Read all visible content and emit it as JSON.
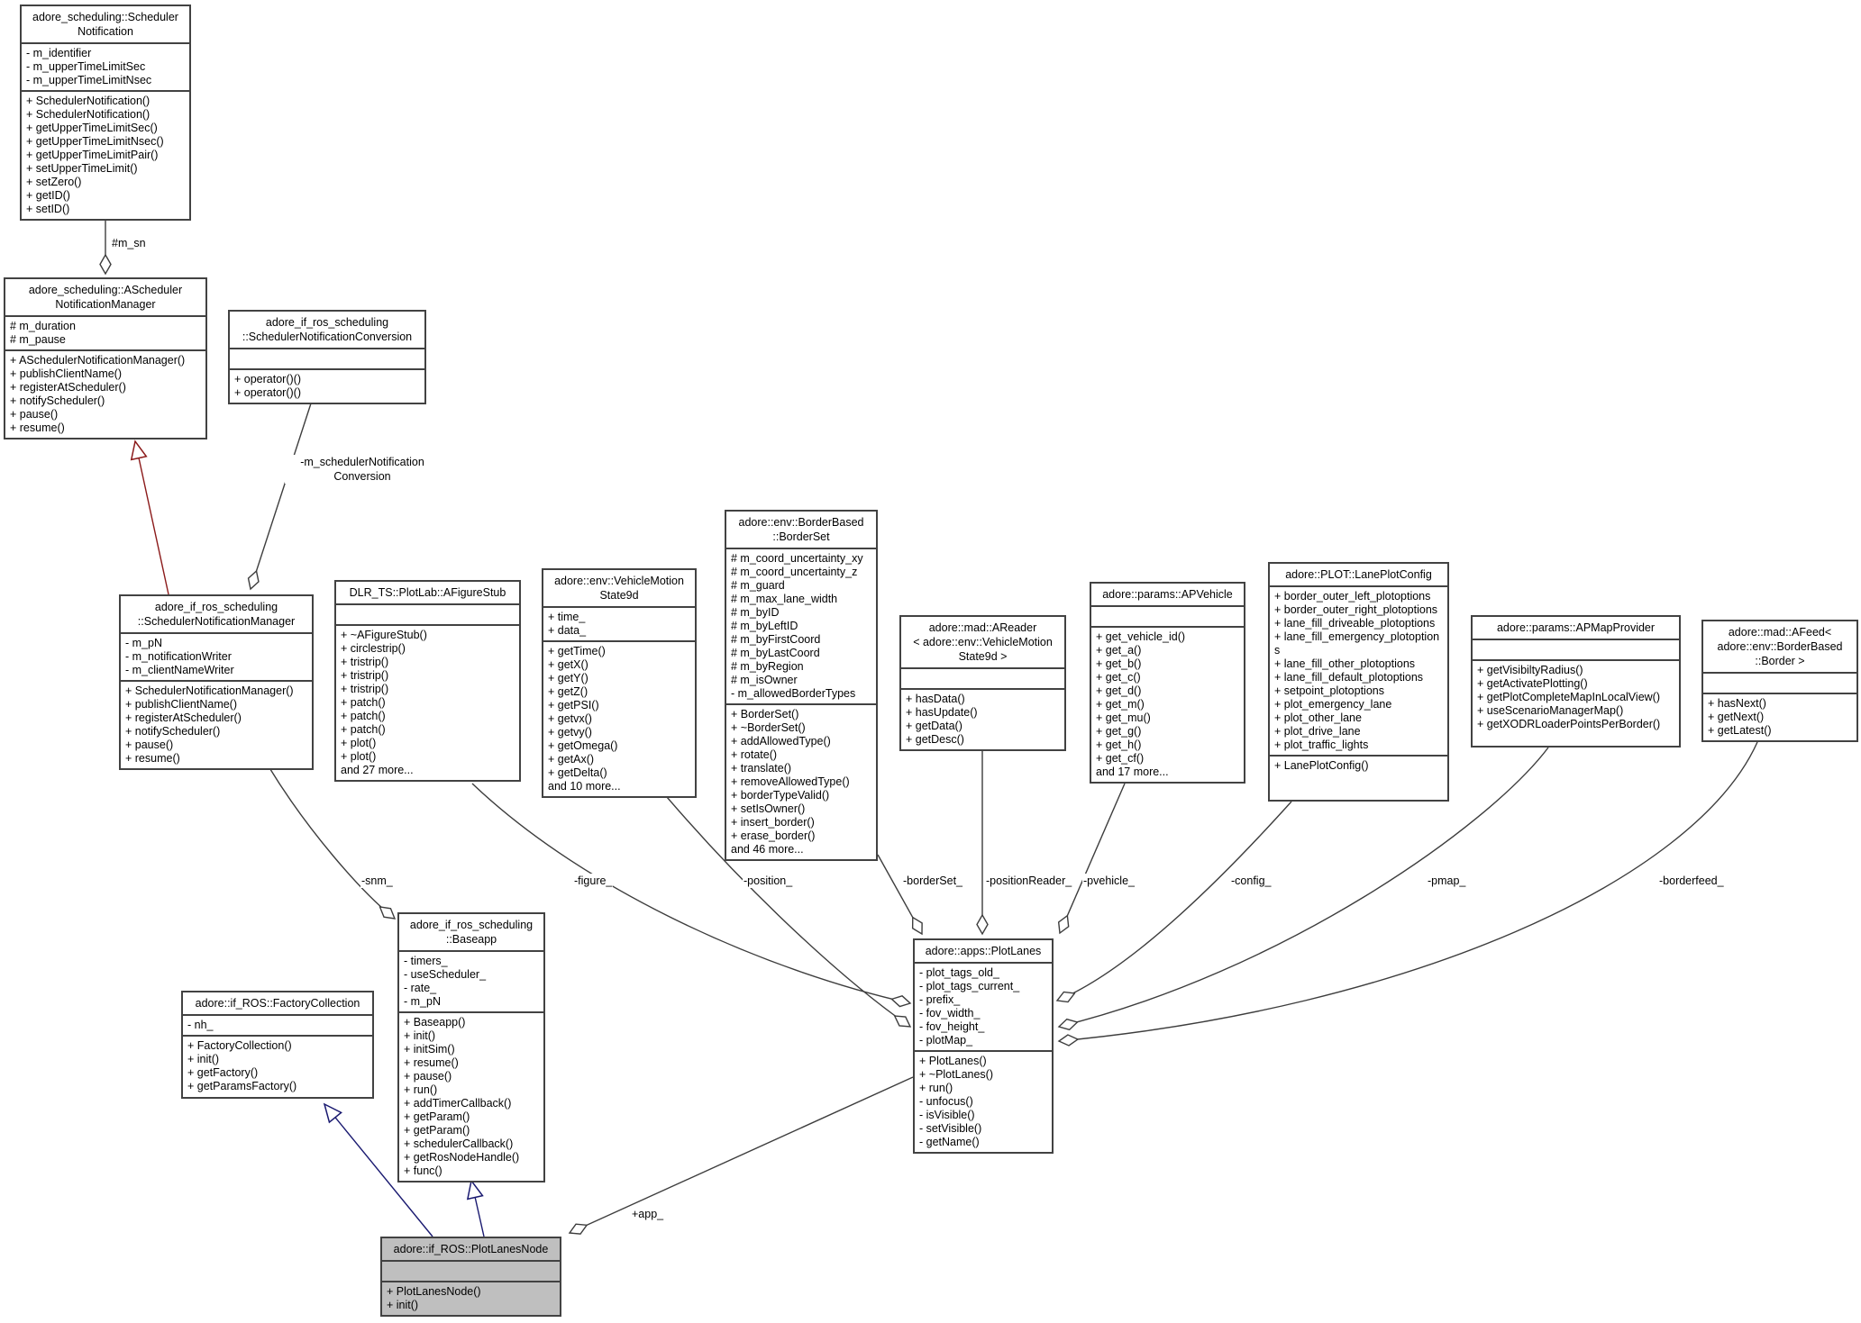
{
  "diagram": {
    "type": "uml-collaboration-diagram",
    "colors": {
      "edge": "#3d3d3d",
      "box_border": "#424242",
      "box_fill": "#ffffff",
      "focus_node_fill": "#bfbfbf",
      "inheritance_public": "#191970",
      "inheritance_protected": "#8b1a1a"
    },
    "classes": [
      {
        "id": "scheduler-notification",
        "title_lines": [
          "adore_scheduling::Scheduler",
          "Notification"
        ],
        "attributes": [
          "- m_identifier",
          "- m_upperTimeLimitSec",
          "- m_upperTimeLimitNsec"
        ],
        "methods": [
          "+ SchedulerNotification()",
          "+ SchedulerNotification()",
          "+ getUpperTimeLimitSec()",
          "+ getUpperTimeLimitNsec()",
          "+ getUpperTimeLimitPair()",
          "+ setUpperTimeLimit()",
          "+ setZero()",
          "+ getID()",
          "+ setID()"
        ]
      },
      {
        "id": "a-scheduler-notification-manager",
        "title_lines": [
          "adore_scheduling::AScheduler",
          "NotificationManager"
        ],
        "attributes": [
          "# m_duration",
          "# m_pause"
        ],
        "methods": [
          "+ ASchedulerNotificationManager()",
          "+ publishClientName()",
          "+ registerAtScheduler()",
          "+ notifyScheduler()",
          "+ pause()",
          "+ resume()"
        ]
      },
      {
        "id": "scheduler-notification-conversion",
        "title_lines": [
          "adore_if_ros_scheduling",
          "::SchedulerNotificationConversion"
        ],
        "attributes": [],
        "methods": [
          "+ operator()()",
          "+ operator()()"
        ]
      },
      {
        "id": "scheduler-notification-manager",
        "title_lines": [
          "adore_if_ros_scheduling",
          "::SchedulerNotificationManager"
        ],
        "attributes": [
          "- m_pN",
          "- m_notificationWriter",
          "- m_clientNameWriter"
        ],
        "methods": [
          "+ SchedulerNotificationManager()",
          "+ publishClientName()",
          "+ registerAtScheduler()",
          "+ notifyScheduler()",
          "+ pause()",
          "+ resume()"
        ]
      },
      {
        "id": "a-figure-stub",
        "title_lines": [
          "DLR_TS::PlotLab::AFigureStub"
        ],
        "attributes": [],
        "methods": [
          "+ ~AFigureStub()",
          "+ circlestrip()",
          "+ tristrip()",
          "+ tristrip()",
          "+ tristrip()",
          "+ patch()",
          "+ patch()",
          "+ patch()",
          "+ plot()",
          "+ plot()",
          "and 27 more..."
        ]
      },
      {
        "id": "vehicle-motion-state9d",
        "title_lines": [
          "adore::env::VehicleMotion",
          "State9d"
        ],
        "attributes": [
          "+ time_",
          "+ data_"
        ],
        "methods": [
          "+ getTime()",
          "+ getX()",
          "+ getY()",
          "+ getZ()",
          "+ getPSI()",
          "+ getvx()",
          "+ getvy()",
          "+ getOmega()",
          "+ getAx()",
          "+ getDelta()",
          "and 10 more..."
        ]
      },
      {
        "id": "border-set",
        "title_lines": [
          "adore::env::BorderBased",
          "::BorderSet"
        ],
        "attributes": [
          "# m_coord_uncertainty_xy",
          "# m_coord_uncertainty_z",
          "# m_guard",
          "# m_max_lane_width",
          "# m_byID",
          "# m_byLeftID",
          "# m_byFirstCoord",
          "# m_byLastCoord",
          "# m_byRegion",
          "# m_isOwner",
          "- m_allowedBorderTypes"
        ],
        "methods": [
          "+ BorderSet()",
          "+ ~BorderSet()",
          "+ addAllowedType()",
          "+ rotate()",
          "+ translate()",
          "+ removeAllowedType()",
          "+ borderTypeValid()",
          "+ setIsOwner()",
          "+ insert_border()",
          "+ erase_border()",
          "and 46 more..."
        ]
      },
      {
        "id": "a-reader",
        "title_lines": [
          "adore::mad::AReader",
          "< adore::env::VehicleMotion",
          "State9d >"
        ],
        "attributes": [],
        "methods": [
          "+ hasData()",
          "+ hasUpdate()",
          "+ getData()",
          "+ getDesc()"
        ]
      },
      {
        "id": "ap-vehicle",
        "title_lines": [
          "adore::params::APVehicle"
        ],
        "attributes": [],
        "methods": [
          "+ get_vehicle_id()",
          "+ get_a()",
          "+ get_b()",
          "+ get_c()",
          "+ get_d()",
          "+ get_m()",
          "+ get_mu()",
          "+ get_g()",
          "+ get_h()",
          "+ get_cf()",
          "and 17 more..."
        ]
      },
      {
        "id": "lane-plot-config",
        "title_lines": [
          "adore::PLOT::LanePlotConfig"
        ],
        "attributes": [
          "+ border_outer_left_plotoptions",
          "+ border_outer_right_plotoptions",
          "+ lane_fill_driveable_plotoptions",
          "+ lane_fill_emergency_plotoptions",
          "+ lane_fill_other_plotoptions",
          "+ lane_fill_default_plotoptions",
          "+ setpoint_plotoptions",
          "+ plot_emergency_lane",
          "+ plot_other_lane",
          "+ plot_drive_lane",
          "+ plot_traffic_lights"
        ],
        "methods": [
          "+ LanePlotConfig()"
        ]
      },
      {
        "id": "ap-map-provider",
        "title_lines": [
          "adore::params::APMapProvider"
        ],
        "attributes": [],
        "methods": [
          "+ getVisibiltyRadius()",
          "+ getActivatePlotting()",
          "+ getPlotCompleteMapInLocalView()",
          "+ useScenarioManagerMap()",
          "+ getXODRLoaderPointsPerBorder()"
        ]
      },
      {
        "id": "a-feed",
        "title_lines": [
          "adore::mad::AFeed<",
          "adore::env::BorderBased",
          "::Border >"
        ],
        "attributes": [],
        "methods": [
          "+ hasNext()",
          "+ getNext()",
          "+ getLatest()"
        ]
      },
      {
        "id": "plot-lanes",
        "title_lines": [
          "adore::apps::PlotLanes"
        ],
        "attributes": [
          "- plot_tags_old_",
          "- plot_tags_current_",
          "- prefix_",
          "- fov_width_",
          "- fov_height_",
          "- plotMap_"
        ],
        "methods": [
          "+ PlotLanes()",
          "+ ~PlotLanes()",
          "+ run()",
          "- unfocus()",
          "- isVisible()",
          "- setVisible()",
          "- getName()"
        ]
      },
      {
        "id": "baseapp",
        "title_lines": [
          "adore_if_ros_scheduling",
          "::Baseapp"
        ],
        "attributes": [
          "- timers_",
          "- useScheduler_",
          "- rate_",
          "- m_pN"
        ],
        "methods": [
          "+ Baseapp()",
          "+ init()",
          "+ initSim()",
          "+ resume()",
          "+ pause()",
          "+ run()",
          "+ addTimerCallback()",
          "+ getParam()",
          "+ getParam()",
          "+ schedulerCallback()",
          "+ getRosNodeHandle()",
          "+ func()"
        ]
      },
      {
        "id": "factory-collection",
        "title_lines": [
          "adore::if_ROS::FactoryCollection"
        ],
        "attributes": [
          "- nh_"
        ],
        "methods": [
          "+ FactoryCollection()",
          "+ init()",
          "+ getFactory()",
          "+ getParamsFactory()"
        ]
      },
      {
        "id": "plot-lanes-node",
        "title_lines": [
          "adore::if_ROS::PlotLanesNode"
        ],
        "attributes": [],
        "methods": [
          "+ PlotLanesNode()",
          "+ init()"
        ]
      }
    ],
    "edge_labels": {
      "m_sn": "#m_sn",
      "conversion": "-m_schedulerNotification\nConversion",
      "snm": "-snm_",
      "figure": "-figure_",
      "position": "-position_",
      "borderset": "-borderSet_",
      "positionreader": "-positionReader_",
      "pvehicle": "-pvehicle_",
      "config": "-config_",
      "pmap": "-pmap_",
      "borderfeed": "-borderfeed_",
      "app": "+app_"
    }
  }
}
